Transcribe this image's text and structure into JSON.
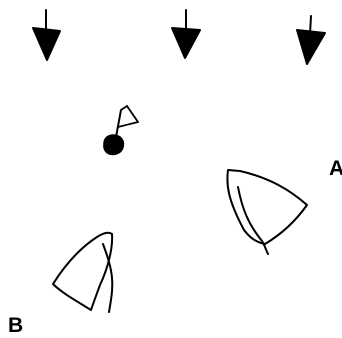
{
  "diagram": {
    "wind_arrows": [
      {
        "id": "wind-arrow-1"
      },
      {
        "id": "wind-arrow-2"
      },
      {
        "id": "wind-arrow-3"
      }
    ],
    "mark": {
      "flag": true
    },
    "boats": [
      {
        "id": "boat-a",
        "label": "A"
      },
      {
        "id": "boat-b",
        "label": "B"
      }
    ],
    "colors": {
      "ink": "#000000",
      "background": "#ffffff"
    }
  }
}
